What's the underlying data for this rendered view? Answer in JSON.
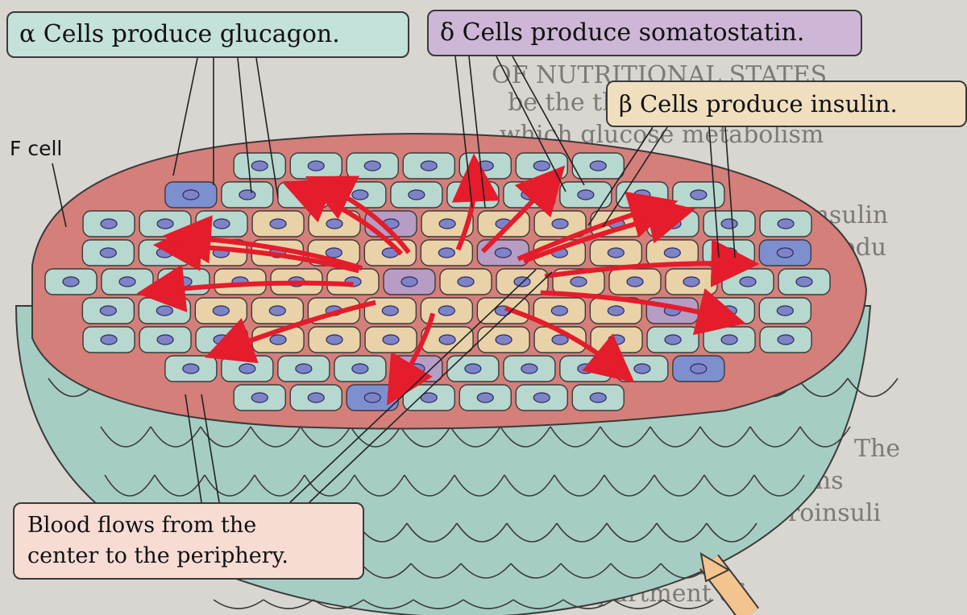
{
  "labels": {
    "alpha": "α Cells produce glucagon.",
    "delta": "δ Cells produce somatostatin.",
    "beta": "β Cells produce insulin.",
    "fcell": "F cell",
    "blood_line1": "Blood flows from the",
    "blood_line2": "center to the periphery."
  },
  "colors": {
    "alpha_cell": "#b7d8cf",
    "beta_cell": "#e9d2a8",
    "delta_cell": "#b79cc4",
    "f_cell": "#7e8fd0",
    "nucleus": "#7e83c8",
    "arrow": "#e41c2b",
    "capillary": "#d98a8a"
  }
}
